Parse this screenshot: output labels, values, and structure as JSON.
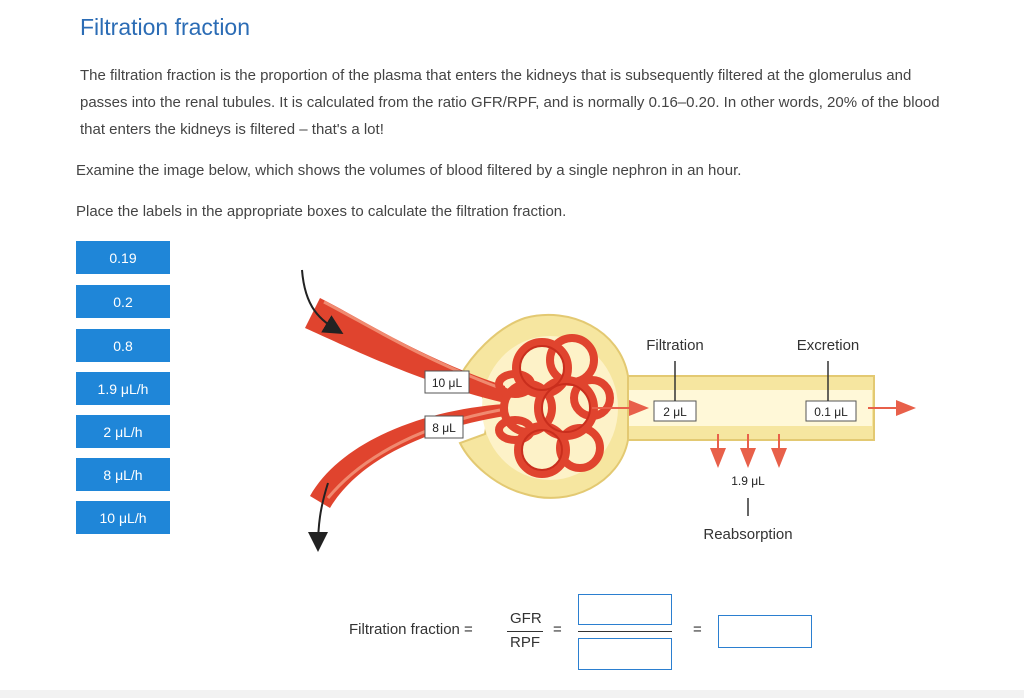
{
  "page": {
    "title": "Filtration fraction",
    "intro": "The filtration fraction is the proportion of the plasma that enters the kidneys that is subsequently filtered at the glomerulus and passes into the renal tubules. It is calculated from the ratio GFR/RPF, and is normally 0.16–0.20. In other words, 20% of the blood that enters the kidneys is filtered – that's a lot!",
    "instruction1": "Examine the image below, which shows the volumes of blood filtered by a single nephron in an hour.",
    "instruction2": "Place the labels in the appropriate boxes to calculate the filtration fraction."
  },
  "labels": [
    "0.19",
    "0.2",
    "0.8",
    "1.9 μL/h",
    "2 μL/h",
    "8 μL/h",
    "10 μL/h"
  ],
  "diagram": {
    "filtration": "Filtration",
    "excretion": "Excretion",
    "reabsorption": "Reabsorption",
    "afferent_volume": "10 μL",
    "efferent_volume": "8 μL",
    "filtrate_volume": "2 μL",
    "urine_volume": "0.1 μL",
    "reabsorbed_volume": "1.9 μL"
  },
  "formula": {
    "lhs": "Filtration fraction =",
    "numerator": "GFR",
    "denominator": "RPF",
    "equals": "="
  },
  "colors": {
    "accent": "#1f86d8",
    "title": "#2b6cb5",
    "vessel": "#e0442e",
    "capsule": "#f6e6a0",
    "arrow": "#e8604a"
  }
}
